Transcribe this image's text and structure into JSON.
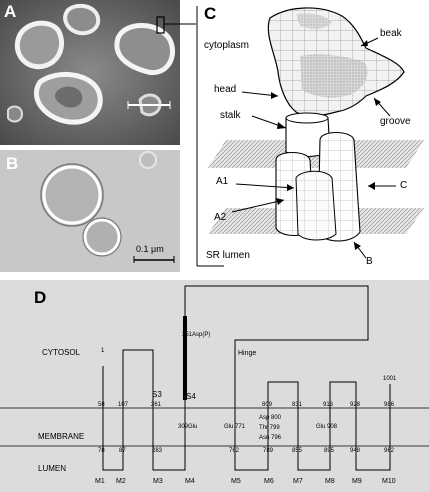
{
  "panels": {
    "A": {
      "label": "A"
    },
    "B": {
      "label": "B",
      "scale_label": "0.1 μm"
    },
    "C": {
      "label": "C",
      "cytoplasm": "cytoplasm",
      "beak": "beak",
      "head": "head",
      "stalk": "stalk",
      "groove": "groove",
      "a1": "A1",
      "a2": "A2",
      "c_arrow": "C",
      "b_arrow": "B",
      "sr_lumen": "SR lumen"
    },
    "D": {
      "label": "D",
      "cytosol": "CYTOSOL",
      "membrane": "MEMBRANE",
      "lumen": "LUMEN",
      "hinge": "Hinge",
      "asp351": "351Asp(P)",
      "s3": "S3",
      "s4": "S4",
      "res": {
        "n1": "1",
        "n58": "58",
        "n107": "107",
        "n261": "261",
        "n78": "78",
        "n87": "87",
        "n283": "283",
        "glu309": "309Glu",
        "glu771": "Glu 771",
        "n762": "762",
        "n809": "809",
        "n831": "831",
        "asp800": "Asp 800",
        "thr799": "Thr 799",
        "asn796": "Asn 796",
        "n789": "789",
        "n855": "855",
        "n916": "916",
        "n928": "928",
        "glu908": "Glu 908",
        "n895": "895",
        "n948": "948",
        "n1001": "1001",
        "n986": "986",
        "n962": "962"
      },
      "helices": [
        "M1",
        "M2",
        "M3",
        "M4",
        "M5",
        "M6",
        "M7",
        "M8",
        "M9",
        "M10"
      ]
    }
  }
}
